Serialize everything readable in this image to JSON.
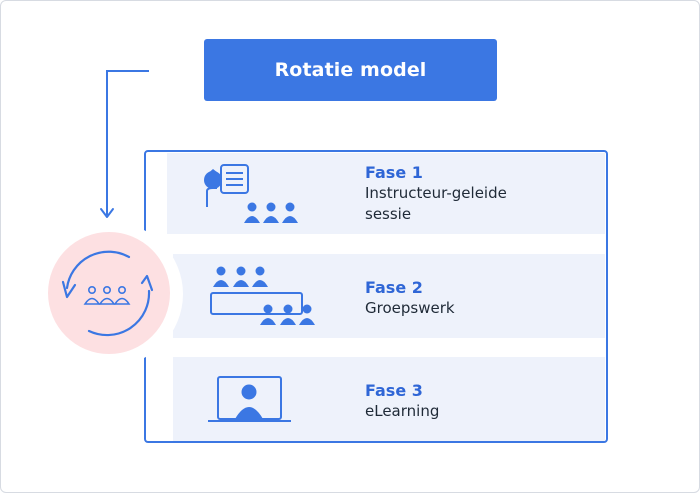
{
  "title": "Rotatie model",
  "phases": [
    {
      "title": "Fase 1",
      "description": "Instructeur-geleide sessie",
      "icon": "instructor-led-icon"
    },
    {
      "title": "Fase 2",
      "description": "Groepswerk",
      "icon": "group-work-icon"
    },
    {
      "title": "Fase 3",
      "description": "eLearning",
      "icon": "elearning-icon"
    }
  ],
  "rotation_icon": "rotation-cycle-icon",
  "colors": {
    "accent": "#3b77e3",
    "accent_dark": "#2f66d6",
    "panel": "#eef2fb",
    "circle": "#fde0e2",
    "text": "#1f2a37"
  }
}
